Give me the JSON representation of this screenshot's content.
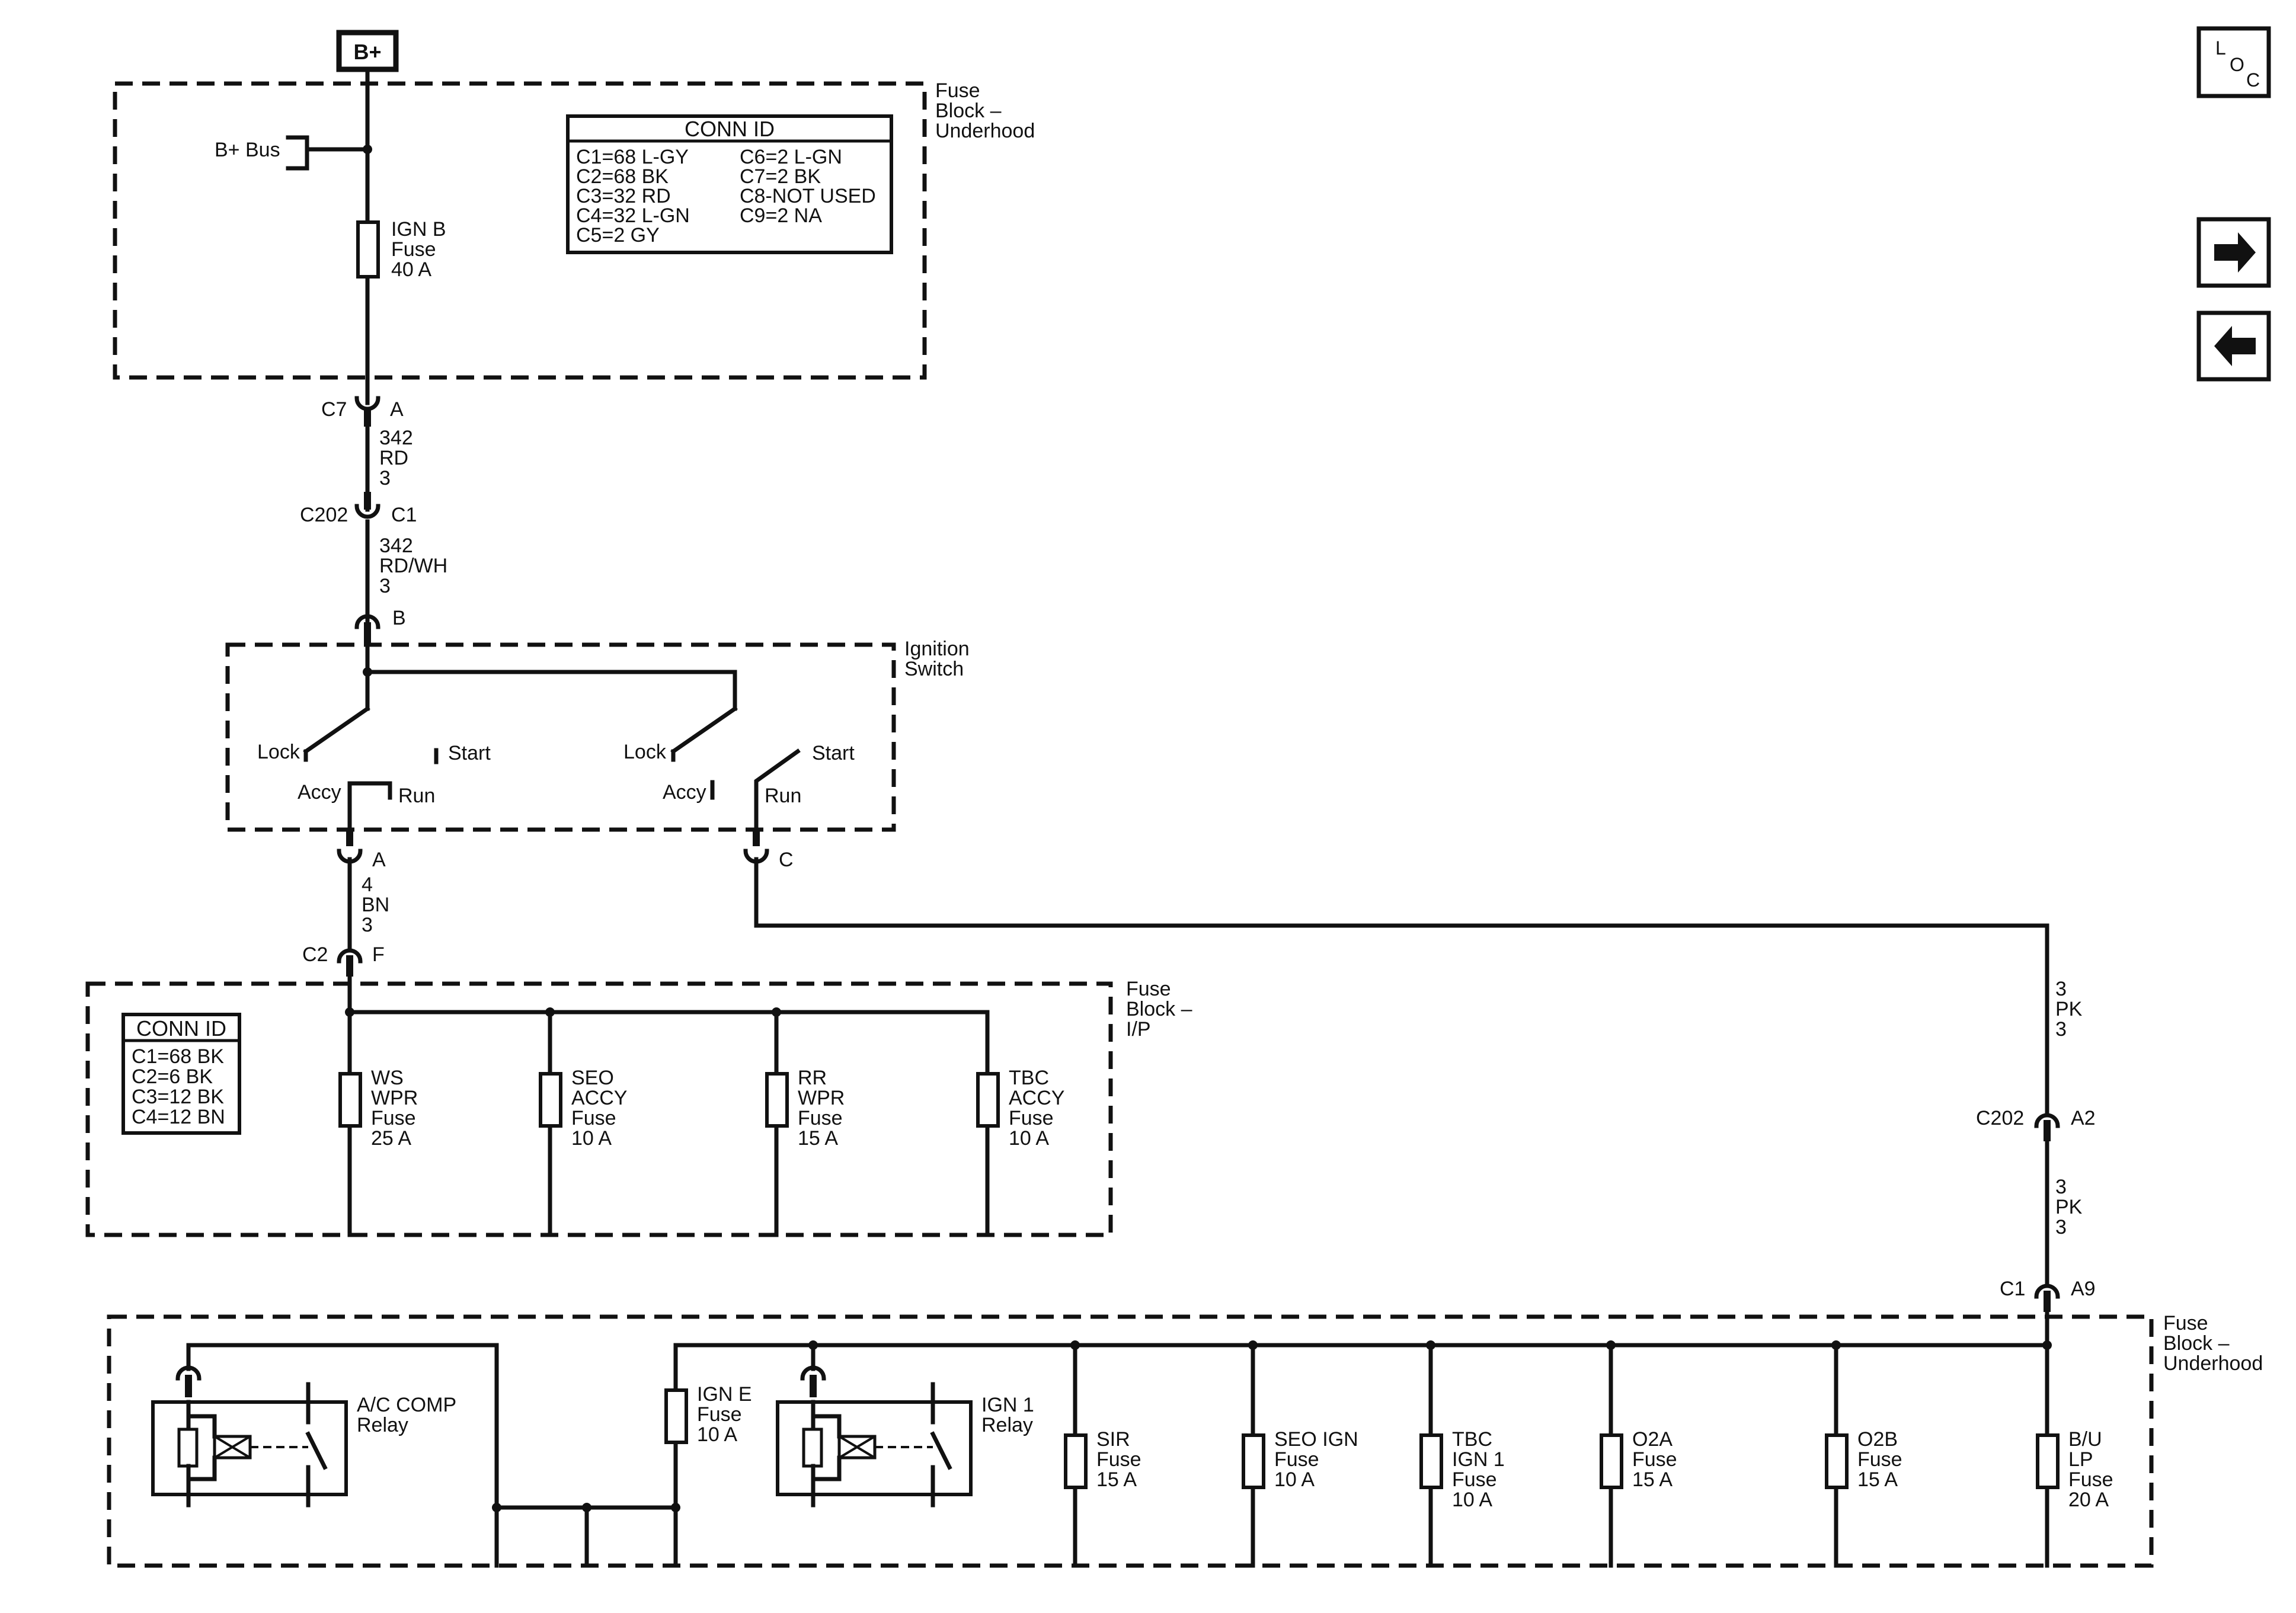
{
  "power_source": "B+",
  "b_plus_bus": "B+ Bus",
  "fuse_block_underhood_top": [
    "Fuse",
    "Block –",
    "Underhood"
  ],
  "conn_id_top": {
    "title": "CONN ID",
    "left": [
      "C1=68 L-GY",
      "C2=68 BK",
      "C3=32 RD",
      "C4=32 L-GN",
      "C5=2 GY"
    ],
    "right": [
      "C6=2 L-GN",
      "C7=2 BK",
      "C8-NOT USED",
      "C9=2 NA"
    ]
  },
  "ign_b_fuse": [
    "IGN B",
    "Fuse",
    "40 A"
  ],
  "conn_c7": {
    "left": "C7",
    "right": "A"
  },
  "wire_1": [
    "342",
    "RD",
    "3"
  ],
  "conn_c202_c1": {
    "left": "C202",
    "right": "C1"
  },
  "wire_2": [
    "342",
    "RD/WH",
    "3"
  ],
  "conn_b": "B",
  "ignition_switch": [
    "Ignition",
    "Switch"
  ],
  "switch_left": {
    "lock": "Lock",
    "start": "Start",
    "accy": "Accy",
    "run": "Run"
  },
  "switch_right": {
    "lock": "Lock",
    "start": "Start",
    "accy": "Accy",
    "run": "Run"
  },
  "conn_a": "A",
  "conn_c": "C",
  "wire_3": [
    "4",
    "BN",
    "3"
  ],
  "conn_c2": {
    "left": "C2",
    "right": "F"
  },
  "fuse_block_ip": [
    "Fuse",
    "Block –",
    "I/P"
  ],
  "conn_id_ip": {
    "title": "CONN ID",
    "lines": [
      "C1=68 BK",
      "C2=6 BK",
      "C3=12 BK",
      "C4=12 BN"
    ]
  },
  "ip_fuses": [
    [
      "WS",
      "WPR",
      "Fuse",
      "25 A"
    ],
    [
      "SEO",
      "ACCY",
      "Fuse",
      "10 A"
    ],
    [
      "RR",
      "WPR",
      "Fuse",
      "15 A"
    ],
    [
      "TBC",
      "ACCY",
      "Fuse",
      "10 A"
    ]
  ],
  "wire_4": [
    "3",
    "PK",
    "3"
  ],
  "conn_c202_a2": {
    "left": "C202",
    "right": "A2"
  },
  "wire_5": [
    "3",
    "PK",
    "3"
  ],
  "conn_c1_a9": {
    "left": "C1",
    "right": "A9"
  },
  "fuse_block_underhood_bottom": [
    "Fuse",
    "Block –",
    "Underhood"
  ],
  "ac_comp_relay": [
    "A/C COMP",
    "Relay"
  ],
  "ign_e_fuse": [
    "IGN E",
    "Fuse",
    "10 A"
  ],
  "ign1_relay": [
    "IGN 1",
    "Relay"
  ],
  "bottom_fuses": [
    [
      "SIR",
      "Fuse",
      "15 A"
    ],
    [
      "SEO IGN",
      "Fuse",
      "10 A"
    ],
    [
      "TBC",
      "IGN 1",
      "Fuse",
      "10 A"
    ],
    [
      "O2A",
      "Fuse",
      "15 A"
    ],
    [
      "O2B",
      "Fuse",
      "15 A"
    ],
    [
      "B/U",
      "LP",
      "Fuse",
      "20 A"
    ]
  ],
  "loc_icon": {
    "l": "L",
    "o": "O",
    "c": "C"
  },
  "nav": {
    "forward": "arrow-right-icon",
    "back": "arrow-left-icon"
  }
}
